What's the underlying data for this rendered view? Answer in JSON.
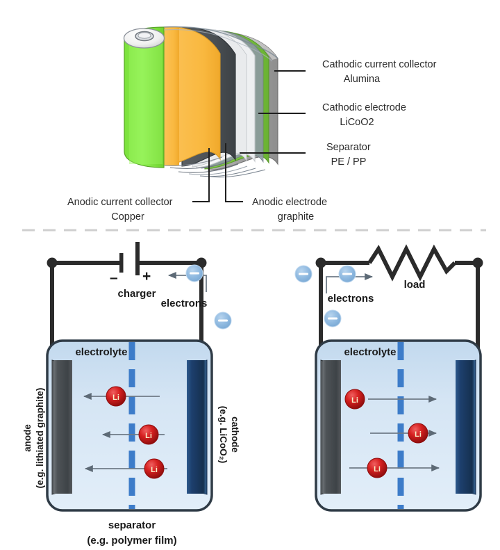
{
  "figure": {
    "title_visible": false,
    "divider": "dashed-horizontal-rule"
  },
  "top_panel": {
    "name": "jelly-roll-electrode-stack",
    "callouts_right": [
      {
        "label_line1": "Cathodic current collector",
        "label_line2": "Alumina",
        "layer": "alumina",
        "color": "#9a9a9a"
      },
      {
        "label_line1": "Cathodic electrode",
        "label_line2": "LiCoO2",
        "layer": "licoo2",
        "color": "#7ac143"
      },
      {
        "label_line1": "Separator",
        "label_line2": "PE / PP",
        "layer": "separator",
        "color": "#f2f2f2"
      }
    ],
    "callouts_bottom": [
      {
        "label_line1": "Anodic current collector",
        "label_line2": "Copper",
        "layer": "copper",
        "color": "#fbbf4f"
      },
      {
        "label_line1": "Anodic electrode",
        "label_line2": "graphite",
        "layer": "graphite",
        "color": "#4d4d4d"
      }
    ],
    "roll_core_color": "#8cf04a",
    "layers_order": [
      "copper",
      "graphite",
      "separator",
      "licoo2",
      "alumina"
    ]
  },
  "cells": [
    {
      "id": "charging",
      "name": "charging-cell-diagram",
      "circuit": {
        "element": "charger",
        "element_label": "charger",
        "terminal_negative": "–",
        "terminal_positive": "+",
        "electrons_label": "electrons",
        "electron_direction": "left",
        "electron_badges": 3,
        "electron_glyph": "–"
      },
      "electrolyte_label": "electrolyte",
      "anode_label_line1": "anode",
      "anode_label_line2": "(e.g. lithiated graphite)",
      "cathode_label_line1": "cathode",
      "cathode_label_line2": "(e.g. LiCoO₂)",
      "separator_caption_line1": "separator",
      "separator_caption_line2": "(e.g. polymer film)",
      "ions": [
        {
          "label": "Li",
          "direction": "left",
          "row": 1
        },
        {
          "label": "Li",
          "direction": "left",
          "row": 2
        },
        {
          "label": "Li",
          "direction": "left",
          "row": 3
        }
      ]
    },
    {
      "id": "discharging",
      "name": "discharging-cell-diagram",
      "circuit": {
        "element": "load",
        "element_label": "load",
        "electrons_label": "electrons",
        "electron_direction": "right",
        "electron_badges": 3,
        "electron_glyph": "–"
      },
      "electrolyte_label": "electrolyte",
      "ions": [
        {
          "label": "Li",
          "direction": "right",
          "row": 1
        },
        {
          "label": "Li",
          "direction": "right",
          "row": 2
        },
        {
          "label": "Li",
          "direction": "right",
          "row": 3
        }
      ]
    }
  ],
  "colors": {
    "anode_bar": "#4a4a4a",
    "cathode_bar": "#1c3f6e",
    "electrolyte_top": "#c8dcef",
    "electrolyte_bottom": "#dce9f6",
    "cell_border": "#2f3b46",
    "separator_dash": "#3d7cc9",
    "electron_badge": "#8fb9e0",
    "li_ion": "#cc1f1f",
    "wire": "#2b2b2b",
    "arrow_gray": "#6f7b87",
    "divider": "#cfcfcf"
  }
}
